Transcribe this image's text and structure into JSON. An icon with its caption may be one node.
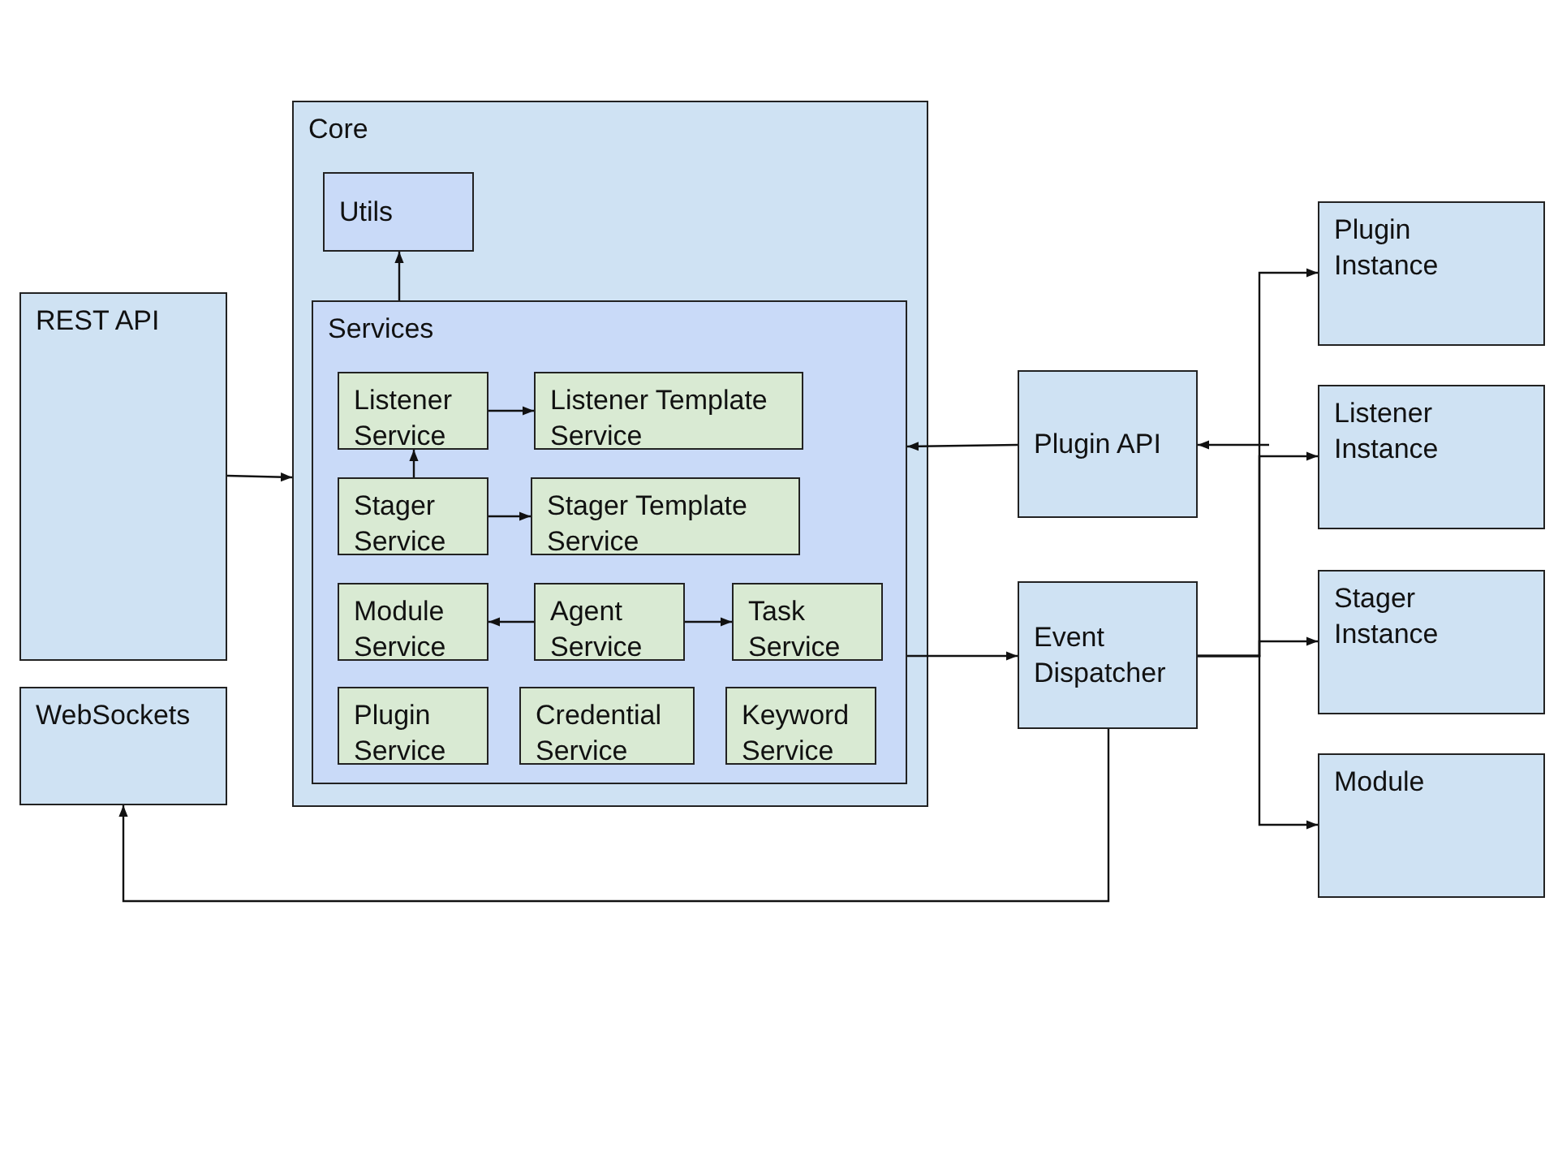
{
  "diagram": {
    "nodes": [
      {
        "text": [
          "REST API"
        ]
      },
      {
        "text": [
          "WebSockets"
        ]
      },
      {
        "text": [
          "Core"
        ]
      },
      {
        "text": [
          "Utils"
        ],
        "in": 2
      },
      {
        "text": [
          "Services"
        ],
        "in": 2
      },
      {
        "text": [
          "Listener Service"
        ],
        "in": 4
      },
      {
        "text": [
          "Listener Template Service"
        ],
        "in": 4
      },
      {
        "text": [
          "Stager Service"
        ],
        "in": 4
      },
      {
        "text": [
          "Stager Template Service"
        ],
        "in": 4
      },
      {
        "text": [
          "Module Service"
        ],
        "in": 4
      },
      {
        "text": [
          "Agent Service"
        ],
        "in": 4
      },
      {
        "text": [
          "Task Service"
        ],
        "in": 4
      },
      {
        "text": [
          "Plugin Service"
        ],
        "in": 4
      },
      {
        "text": [
          "Credential Service"
        ],
        "in": 4
      },
      {
        "text": [
          "Keyword Service"
        ],
        "in": 4
      },
      {
        "text": [
          "Plugin API"
        ]
      },
      {
        "text": [
          "Event Dispatcher"
        ]
      },
      {
        "text": [
          "Plugin Instance"
        ]
      },
      {
        "text": [
          "Listener Instance"
        ]
      },
      {
        "text": [
          "Stager Instance"
        ]
      },
      {
        "text": [
          "Module"
        ]
      }
    ],
    "edges": [
      {
        "from": 0,
        "to": 2,
        "arrow": "to"
      },
      {
        "from": 4,
        "to": 3,
        "arrow": "to"
      },
      {
        "from": 5,
        "to": 6,
        "arrow": "to"
      },
      {
        "from": 7,
        "to": 5,
        "arrow": "to"
      },
      {
        "from": 7,
        "to": 8,
        "arrow": "to"
      },
      {
        "from": 10,
        "to": 9,
        "arrow": "to"
      },
      {
        "from": 10,
        "to": 11,
        "arrow": "to"
      },
      {
        "from": 4,
        "to": 16,
        "arrow": "to"
      },
      {
        "from": 15,
        "to": 4,
        "arrow": "to"
      },
      {
        "from": null,
        "to": 15,
        "arrow": "to"
      },
      {
        "from": 16,
        "to": 17,
        "arrow": "to"
      },
      {
        "from": 16,
        "to": 18,
        "arrow": "to"
      },
      {
        "from": 16,
        "to": 19,
        "arrow": "to"
      },
      {
        "from": 16,
        "to": 20,
        "arrow": "to"
      },
      {
        "from": 16,
        "to": 1,
        "arrow": "to"
      }
    ]
  }
}
